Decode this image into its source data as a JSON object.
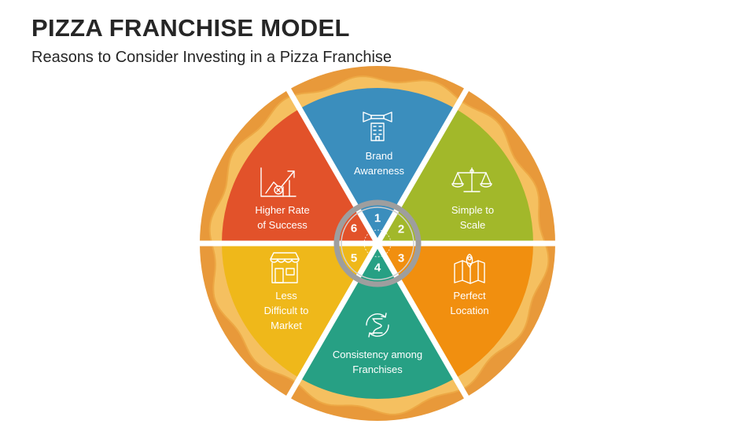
{
  "title": "PIZZA FRANCHISE MODEL",
  "subtitle": "Reasons to Consider Investing in a Pizza Franchise",
  "segments": [
    {
      "number": "1",
      "label": [
        "Brand",
        "Awareness"
      ],
      "color": "#3B8EBD",
      "icon": "megaphone-building-icon"
    },
    {
      "number": "2",
      "label": [
        "Simple to",
        "Scale"
      ],
      "color": "#A2B82A",
      "icon": "balance-scale-icon"
    },
    {
      "number": "3",
      "label": [
        "Perfect",
        "Location"
      ],
      "color": "#F18F0F",
      "icon": "map-location-icon"
    },
    {
      "number": "4",
      "label": [
        "Consistency among",
        "Franchises"
      ],
      "color": "#27A084",
      "icon": "hourglass-cycle-icon"
    },
    {
      "number": "5",
      "label": [
        "Less",
        "Difficult to",
        "Market"
      ],
      "color": "#EFB81A",
      "icon": "storefront-icon"
    },
    {
      "number": "6",
      "label": [
        "Higher Rate",
        "of Success"
      ],
      "color": "#E2522A",
      "icon": "growth-chart-icon"
    }
  ],
  "colors": {
    "crust": "#E8993A",
    "crust_inner": "#F5C060",
    "ring": "#9E9E9E",
    "text": "#262626"
  }
}
